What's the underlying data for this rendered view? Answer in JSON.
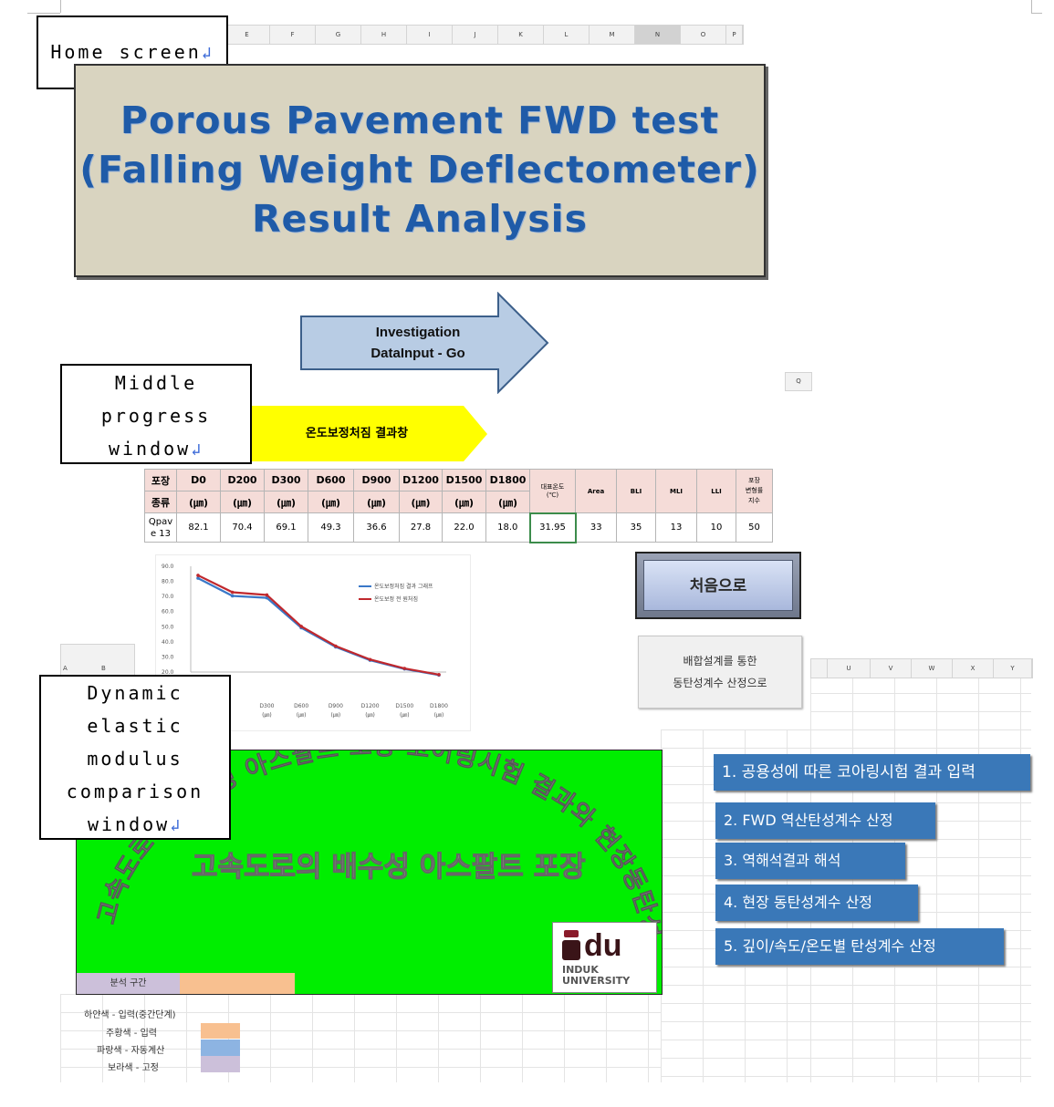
{
  "labels": {
    "home": "Home screen",
    "middle": [
      "Middle",
      "progress",
      "window"
    ],
    "dynamic": [
      "Dynamic",
      "elastic",
      "modulus",
      "comparison",
      "window"
    ]
  },
  "excel": {
    "top_columns": [
      "E",
      "F",
      "G",
      "H",
      "I",
      "J",
      "K",
      "L",
      "M",
      "N",
      "O",
      "P"
    ],
    "top_selected": "N",
    "small_cell": "Q",
    "right_columns": [
      "U",
      "V",
      "W",
      "X",
      "Y"
    ],
    "left_columns": [
      "A",
      "B"
    ]
  },
  "title": {
    "line1": "Porous Pavement FWD test",
    "line2": "(Falling Weight Deflectometer)",
    "line3": "Result Analysis"
  },
  "arrow": {
    "line1": "Investigation",
    "line2": "DataInput - Go"
  },
  "banner": {
    "text": "온도보정처짐 결과창"
  },
  "table": {
    "header_top": [
      "포장",
      "D0",
      "D200",
      "D300",
      "D600",
      "D900",
      "D1200",
      "D1500",
      "D1800",
      "대표온도",
      "Area",
      "BLI",
      "MLI",
      "LLI",
      "포장"
    ],
    "header_bottom": [
      "종류",
      "(㎛)",
      "(㎛)",
      "(㎛)",
      "(㎛)",
      "(㎛)",
      "(㎛)",
      "(㎛)",
      "(㎛)",
      "(℃)",
      "",
      "",
      "",
      "",
      "변형률"
    ],
    "header_extra": "지수",
    "row": [
      "Qpav",
      "82.1",
      "70.4",
      "69.1",
      "49.3",
      "36.6",
      "27.8",
      "22.0",
      "18.0",
      "31.95",
      "33",
      "35",
      "13",
      "10",
      "50"
    ],
    "row_extra": "e 13"
  },
  "chart_data": {
    "type": "line",
    "y_ticks": [
      "90.0",
      "80.0",
      "70.0",
      "60.0",
      "50.0",
      "40.0",
      "30.0",
      "20.0"
    ],
    "ylim": [
      20,
      90
    ],
    "x_ticks": [
      "D300",
      "D600",
      "D900",
      "D1200",
      "D1500",
      "D1800"
    ],
    "x_unit": "(㎛)",
    "series": [
      {
        "name": "온도보정처짐 결과 그래프",
        "color": "#3a78c8",
        "values": [
          82.1,
          70.4,
          69.1,
          49.3,
          36.6,
          27.8,
          22.0,
          18.0
        ]
      },
      {
        "name": "온도보정 전 원처짐",
        "color": "#c0282d",
        "values": [
          84.0,
          72.8,
          71.0,
          50.2,
          37.2,
          28.3,
          22.4,
          18.3
        ]
      }
    ]
  },
  "buttons": {
    "home": "처음으로",
    "mix_line1": "배합설계를 통한",
    "mix_line2": "동탄성계수 산정으로"
  },
  "green": {
    "arc_text": "고속도로의 배수성 아스팔트 포장 코어링시험 결과와 현장동탄성계수 산정",
    "main_text": "고속도로의 배수성 아스팔트 포장",
    "section_label": "분석 구간",
    "logo_mark": "du",
    "logo_line1": "INDUK",
    "logo_line2": "UNIVERSITY"
  },
  "menu": [
    "1. 공용성에 따른 코아링시험 결과 입력",
    "2. FWD 역산탄성계수 산정",
    "3. 역해석결과 해석",
    "4. 현장 동탄성계수 산정",
    "5. 깊이/속도/온도별 탄성계수 산정"
  ],
  "legend": [
    {
      "label": "하얀색 - 입력(중간단계)",
      "color": ""
    },
    {
      "label": "주황색 - 입력",
      "color": "#f8c090"
    },
    {
      "label": "파랑색 - 자동계산",
      "color": "#8db4e2"
    },
    {
      "label": "보라색 - 고정",
      "color": "#ccc0da"
    }
  ],
  "colors": {
    "green_panel": "#00ee00",
    "title_text": "#1f5ba8",
    "menu_btn": "#3a78b8",
    "banner": "#ffff00",
    "arrow": "#b8cce4"
  }
}
